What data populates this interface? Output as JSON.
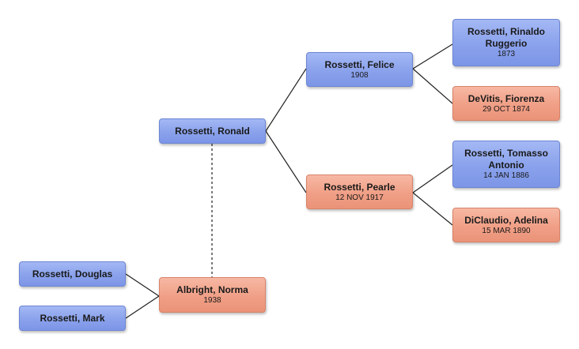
{
  "people": {
    "ronald": {
      "name": "Rossetti, Ronald",
      "date": ""
    },
    "felice": {
      "name": "Rossetti, Felice",
      "date": "1908"
    },
    "pearle": {
      "name": "Rossetti, Pearle",
      "date": "12 NOV 1917"
    },
    "rinaldo": {
      "name": "Rossetti, Rinaldo Ruggerio",
      "date": "1873"
    },
    "fiorenza": {
      "name": "DeVitis, Fiorenza",
      "date": "29 OCT 1874"
    },
    "tomasso": {
      "name": "Rossetti, Tomasso Antonio",
      "date": "14 JAN 1886"
    },
    "adelina": {
      "name": "DiClaudio, Adelina",
      "date": "15 MAR 1890"
    },
    "norma": {
      "name": "Albright, Norma",
      "date": "1938"
    },
    "douglas": {
      "name": "Rossetti, Douglas",
      "date": ""
    },
    "mark": {
      "name": "Rossetti, Mark",
      "date": ""
    }
  },
  "colors": {
    "male": "#8aa2ec",
    "female": "#f09f86",
    "line": "#222222"
  }
}
